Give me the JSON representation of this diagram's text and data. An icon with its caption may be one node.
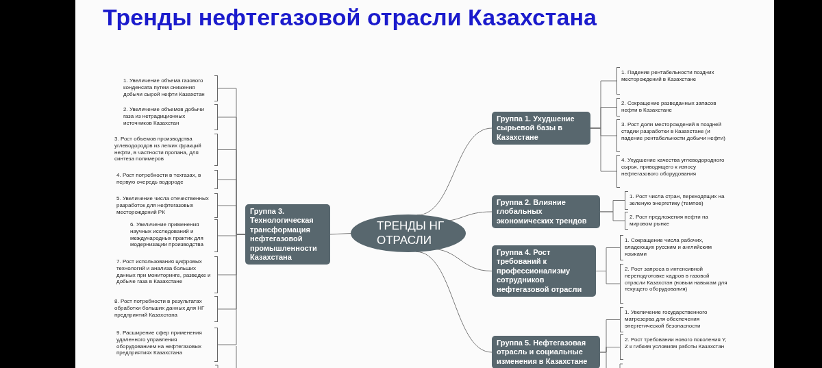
{
  "diagram": {
    "title": "Тренды нефтегазовой отрасли Казахстана",
    "nodes": [
      {
        "text": [
          "ТРЕНДЫ НГ ОТРАСЛИ"
        ]
      },
      {
        "text": [
          "Группа 3. Технологическая трансформация нефтегазовой промышленности Казахстана"
        ]
      },
      {
        "text": [
          "1. Увеличение объема газового конденсата путем снижения добычи сырой нефти Казахстан"
        ]
      },
      {
        "text": [
          "2. Увеличение объемов добычи газа из нетрадиционных источников Казахстан"
        ]
      },
      {
        "text": [
          "3. Рост объемов производства углеводородов из легких фракций нефти, в частности пропана, для синтеза полимеров"
        ]
      },
      {
        "text": [
          "4. Рост потребности в техгазах, в первую очередь водороде"
        ]
      },
      {
        "text": [
          "5. Увеличение числа отечественных разработок для нефтегазовых месторождений РК"
        ]
      },
      {
        "text": [
          "6. Увеличение применения научных исследований и международных практик для модернизации производства"
        ]
      },
      {
        "text": [
          "7. Рост использования цифровых технологий и анализа больших данных при мониторинге, разведке и добыче газа в Казахстане"
        ]
      },
      {
        "text": [
          "8. Рост потребности в результатах обработки больших данных для НГ предприятий Казахстана"
        ]
      },
      {
        "text": [
          "9. Расширение сфер применения удаленного управления оборудованием на нефтегазовых предприятиях Казахстана"
        ]
      },
      {
        "text": [
          "Группа 1. Ухудшение сырьевой базы в Казахстане"
        ]
      },
      {
        "text": [
          "1. Падение рентабельности поздних месторождений в Казахстане"
        ]
      },
      {
        "text": [
          "2. Сокращение разведанных запасов нефти в Казахстане"
        ]
      },
      {
        "text": [
          "3. Рост доли месторождений в поздней стадии разработки в Казахстане (и падение рентабельности добычи нефти)"
        ]
      },
      {
        "text": [
          "4. Ухудшение качества углеводородного сырья, приводящего к износу нефтегазового оборудования"
        ]
      },
      {
        "text": [
          "Группа 2. Влияние глобальных экономических трендов"
        ]
      },
      {
        "text": [
          "1. Рост числа стран, переходящих на зеленую энергетику (темпов)"
        ]
      },
      {
        "text": [
          "2. Рост предложения нефти на мировом рынке"
        ]
      },
      {
        "text": [
          "Группа 4. Рост требований к профессионализму сотрудников нефтегазовой отрасли"
        ]
      },
      {
        "text": [
          "1. Сокращение числа рабочих, владеющих русским и английским языками"
        ]
      },
      {
        "text": [
          "2. Рост запроса в интенсивной переподготовке кадров в газовой отрасли Казахстан (новым навыкам для текущего оборудования)"
        ]
      },
      {
        "text": [
          "Группа 5. Нефтегазовая отрасль и социальные изменения в Казахстане"
        ]
      },
      {
        "text": [
          "1. Увеличение государственного матрезерва для обеспечения энергетической безопасности"
        ]
      },
      {
        "text": [
          "2. Рост требовании нового поколения Y, Z к гибким условиям работы Казахстан"
        ]
      }
    ],
    "edges": [
      {
        "from": 0,
        "to": 1,
        "arrow": "none"
      },
      {
        "from": 0,
        "to": 11,
        "arrow": "none"
      },
      {
        "from": 0,
        "to": 16,
        "arrow": "none"
      },
      {
        "from": 0,
        "to": 19,
        "arrow": "none"
      },
      {
        "from": 0,
        "to": 22,
        "arrow": "none"
      },
      {
        "from": 1,
        "to": 2,
        "arrow": "none"
      },
      {
        "from": 1,
        "to": 3,
        "arrow": "none"
      },
      {
        "from": 1,
        "to": 4,
        "arrow": "none"
      },
      {
        "from": 1,
        "to": 5,
        "arrow": "none"
      },
      {
        "from": 1,
        "to": 6,
        "arrow": "none"
      },
      {
        "from": 1,
        "to": 7,
        "arrow": "none"
      },
      {
        "from": 1,
        "to": 8,
        "arrow": "none"
      },
      {
        "from": 1,
        "to": 9,
        "arrow": "none"
      },
      {
        "from": 1,
        "to": 10,
        "arrow": "none"
      },
      {
        "from": 11,
        "to": 12,
        "arrow": "none"
      },
      {
        "from": 11,
        "to": 13,
        "arrow": "none"
      },
      {
        "from": 11,
        "to": 14,
        "arrow": "none"
      },
      {
        "from": 11,
        "to": 15,
        "arrow": "none"
      },
      {
        "from": 16,
        "to": 17,
        "arrow": "none"
      },
      {
        "from": 16,
        "to": 18,
        "arrow": "none"
      },
      {
        "from": 19,
        "to": 20,
        "arrow": "none"
      },
      {
        "from": 19,
        "to": 21,
        "arrow": "none"
      },
      {
        "from": 22,
        "to": 23,
        "arrow": "none"
      },
      {
        "from": 22,
        "to": 24,
        "arrow": "none"
      }
    ]
  }
}
